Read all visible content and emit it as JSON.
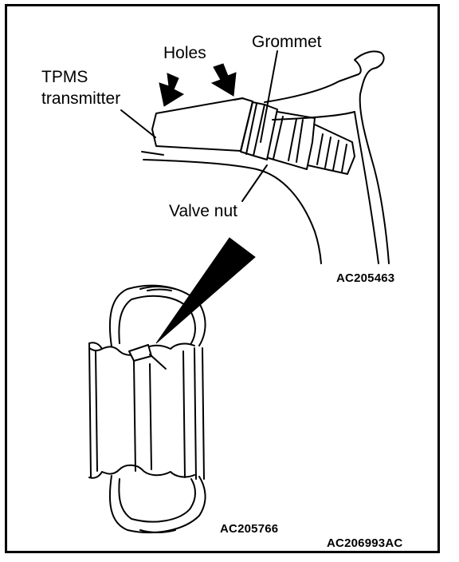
{
  "labels": {
    "holes": "Holes",
    "grommet": "Grommet",
    "tpms_line1": "TPMS",
    "tpms_line2": "transmitter",
    "valve_nut": "Valve nut"
  },
  "codes": {
    "detail": "AC205463",
    "wheel": "AC205766",
    "figure": "AC206993AC"
  }
}
